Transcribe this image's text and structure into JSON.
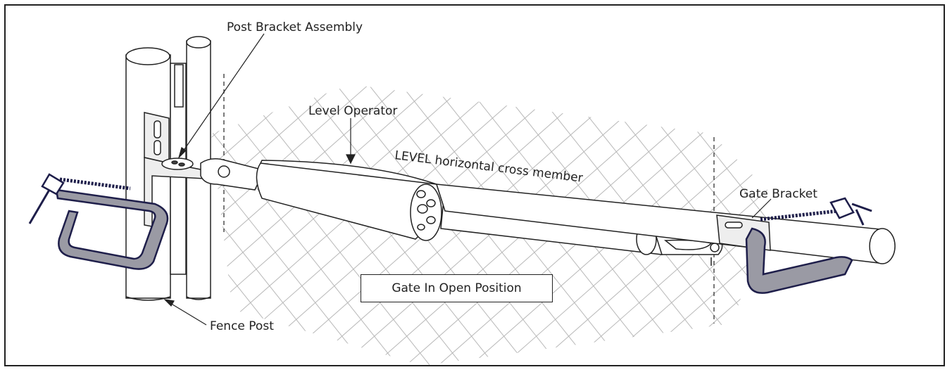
{
  "labels": {
    "post_bracket_assembly": "Post Bracket Assembly",
    "level_operator": "Level Operator",
    "level_cross_member": "LEVEL horizontal cross member",
    "gate_bracket": "Gate Bracket",
    "fence_post": "Fence Post",
    "gate_position": "Gate In Open Position"
  },
  "colors": {
    "line": "#222222",
    "mesh": "#b8b8b8",
    "clamp_fill": "#9a9aa4",
    "clamp_dark": "#1e1e4a"
  }
}
